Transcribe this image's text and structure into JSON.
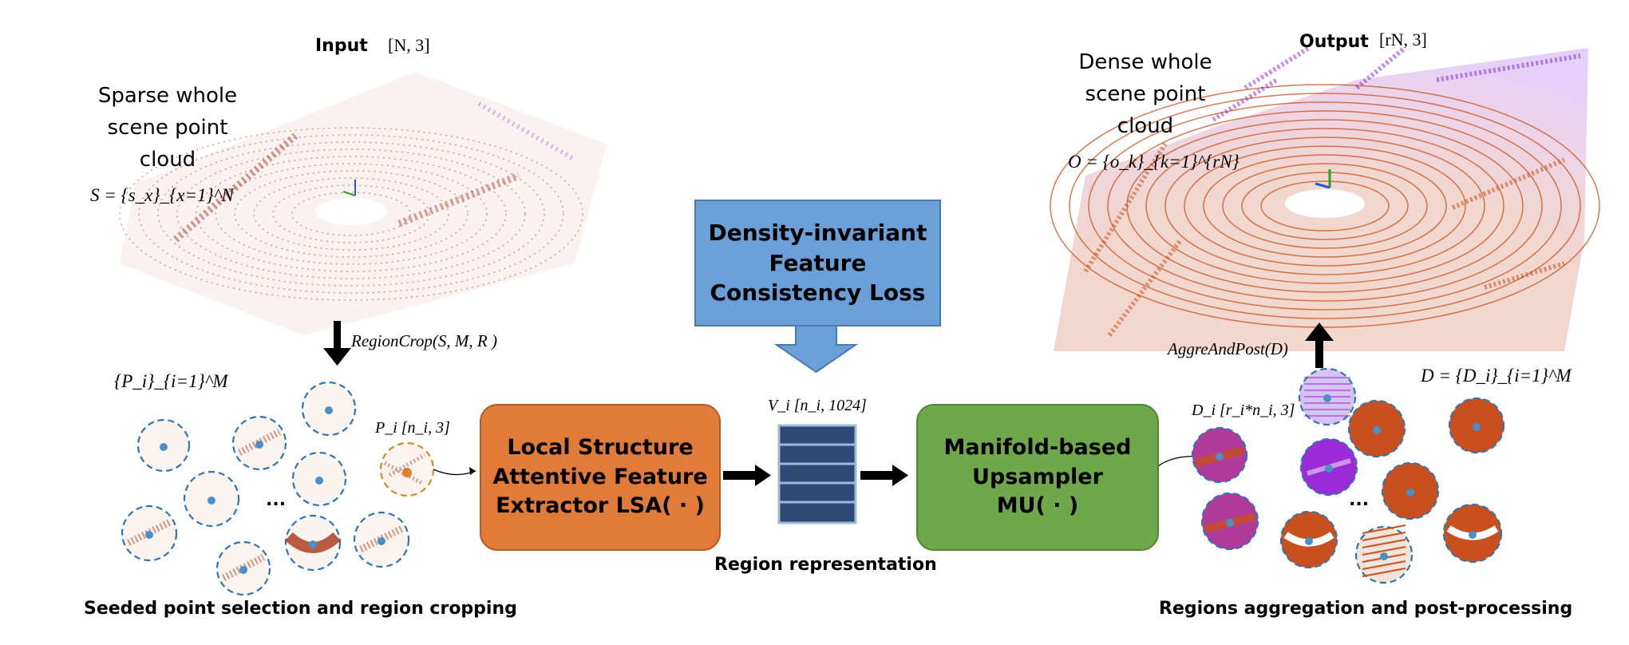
{
  "input": {
    "title": "Input",
    "dims": "[N, 3]",
    "desc": [
      "Sparse whole",
      "scene point",
      "cloud"
    ],
    "formula": "S = {s_x}_{x=1}^N"
  },
  "output": {
    "title": "Output",
    "dims": "[rN, 3]",
    "desc": [
      "Dense whole",
      "scene point",
      "cloud"
    ],
    "formula": "O = {o_k}_{k=1}^{rN}"
  },
  "loss_box": {
    "label": [
      "Density-invariant",
      "Feature",
      "Consistency Loss"
    ],
    "color": "#6a9fd8"
  },
  "region_crop_label": "RegionCrop(S, M, R )",
  "seeded_set_label": "{P_i}_{i=1}^M",
  "patch_label": "P_i  [n_i, 3]",
  "lsa_box": {
    "label": [
      "Local Structure",
      "Attentive Feature",
      "Extractor LSA( · )"
    ],
    "color": "#e17b3a"
  },
  "vector_label": "V_i [n_i, 1024]",
  "region_representation": "Region representation",
  "mu_box": {
    "label": [
      "Manifold-based",
      "Upsampler",
      "MU( · )"
    ],
    "color": "#6fa84a"
  },
  "upsampled_label": "D_i [r_i*n_i, 3]",
  "aggre_label": "AggreAndPost(D)",
  "d_set_label": "D = {D_i}_{i=1}^M",
  "ellipsis": "...",
  "caption_left": "Seeded point selection and region cropping",
  "caption_right": "Regions aggregation and post-processing",
  "colors": {
    "vector": "#2c4a73",
    "dashed_circle": "#2e75b6",
    "sparse_points": "#b04a2a",
    "dense_orange": "#c8501e",
    "dense_purple": "#9a2bd6"
  }
}
